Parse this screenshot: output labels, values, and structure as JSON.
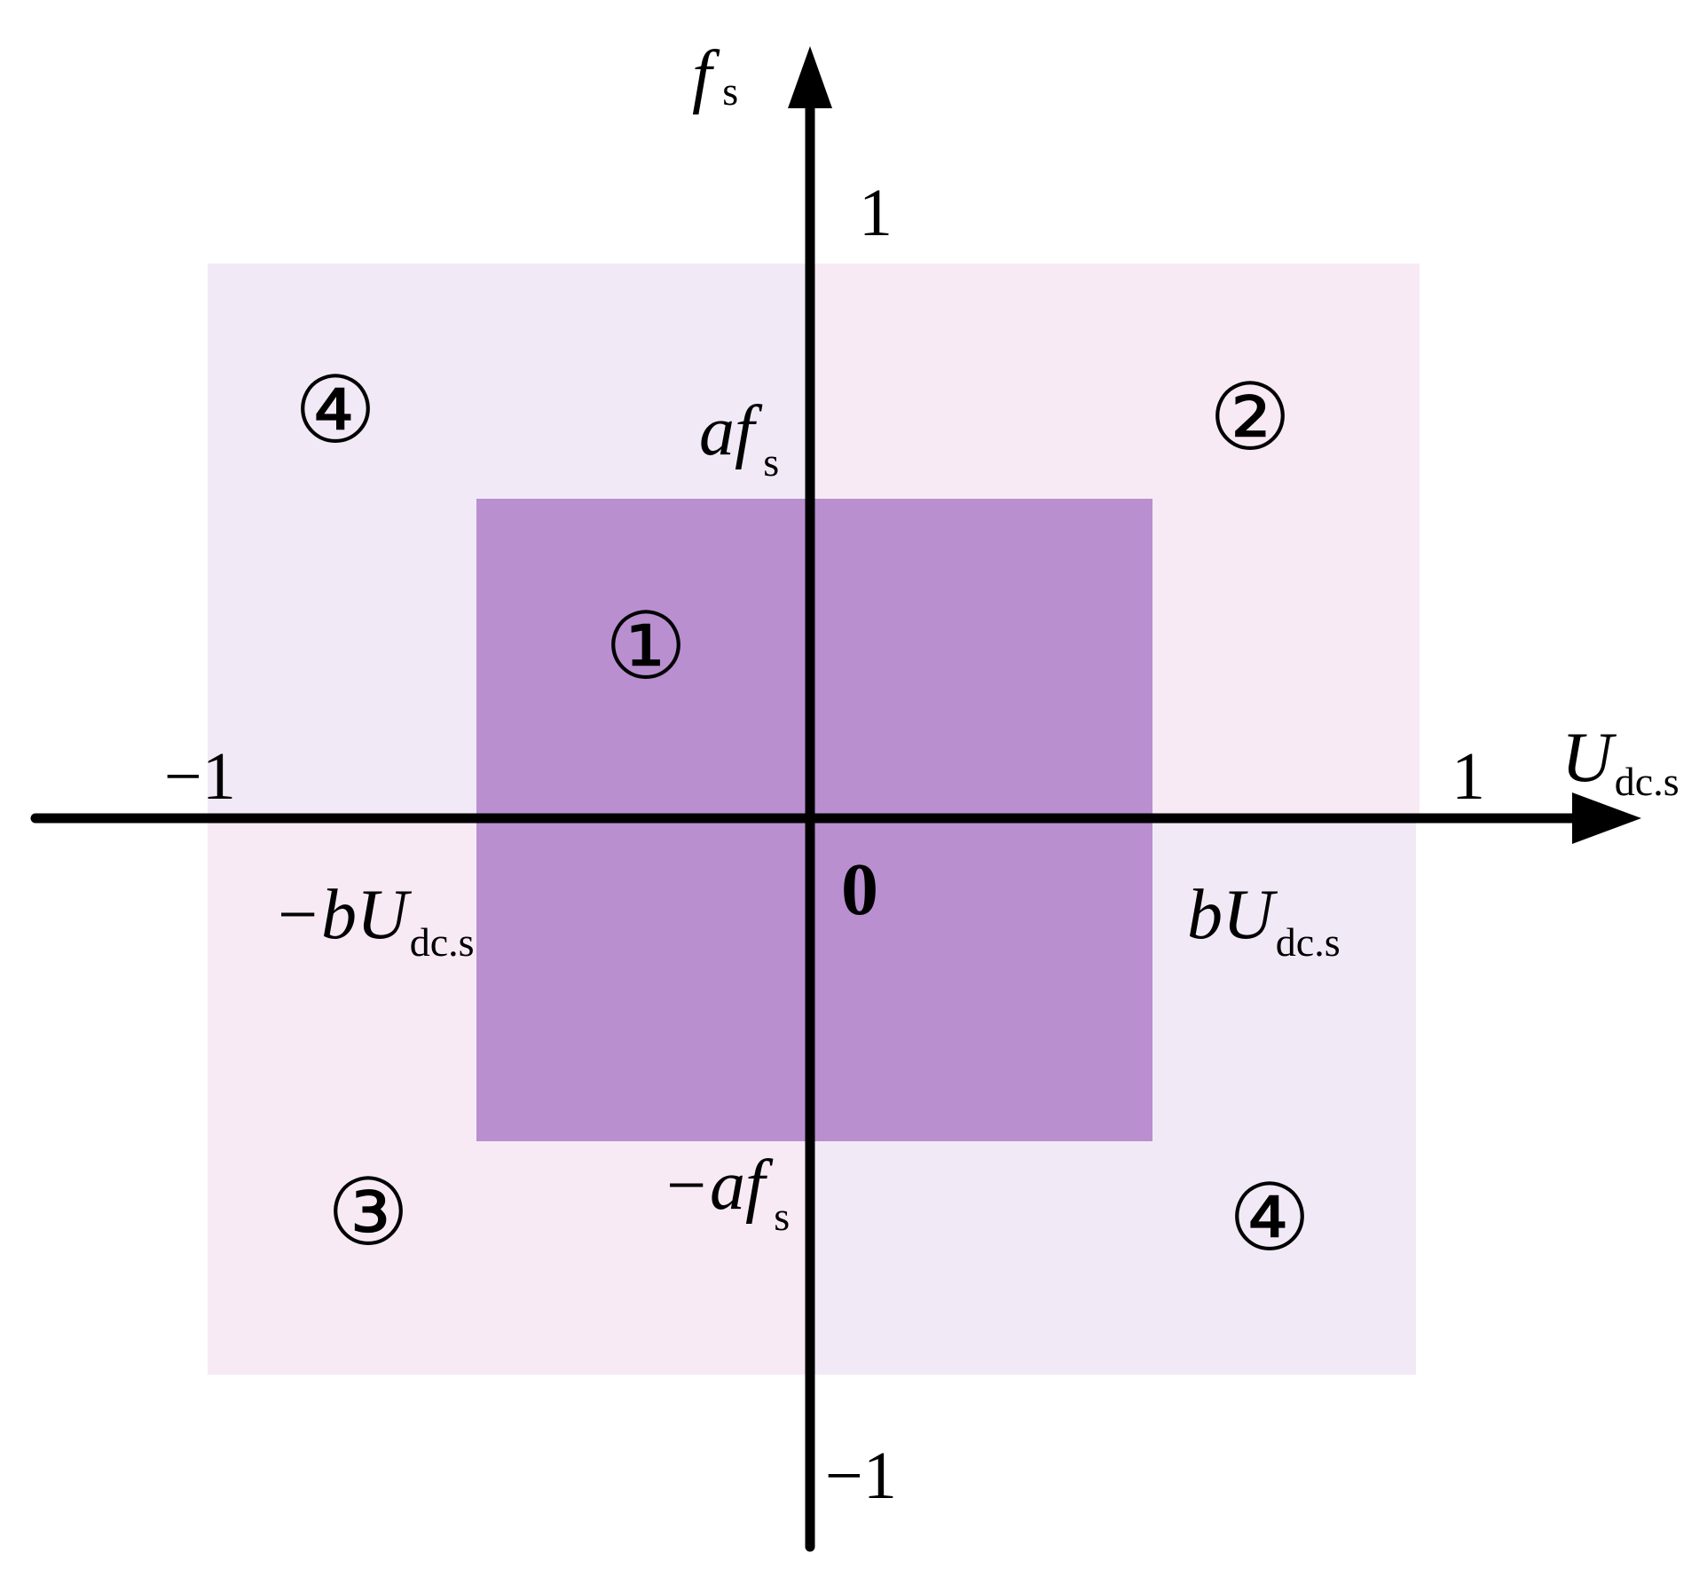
{
  "colors": {
    "background": "#ffffff",
    "axis": "#000000",
    "quadrant_1_3_outer": "#f7eaf4",
    "quadrant_2_4_outer": "#f1eaf6",
    "inner_region": "#b98fd0"
  },
  "axes": {
    "x": {
      "name_main": "U",
      "name_sub": "dc.s",
      "tick_pos": "1",
      "tick_neg": "−1"
    },
    "y": {
      "name_main": "f",
      "name_sub": "s",
      "tick_pos": "1",
      "tick_neg": "−1"
    },
    "origin": "0"
  },
  "region_labels": {
    "inner": "①",
    "upper_right": "②",
    "lower_left": "③",
    "upper_left": "④",
    "lower_right": "④"
  },
  "threshold_labels": {
    "upper_prefix": "a",
    "upper_main": "f",
    "upper_sub": "s",
    "lower_prefix": "−a",
    "lower_main": "f",
    "lower_sub": "s",
    "right_prefix": "b",
    "right_main": "U",
    "right_sub": "dc.s",
    "left_prefix": "−b",
    "left_main": "U",
    "left_sub": "dc.s"
  }
}
